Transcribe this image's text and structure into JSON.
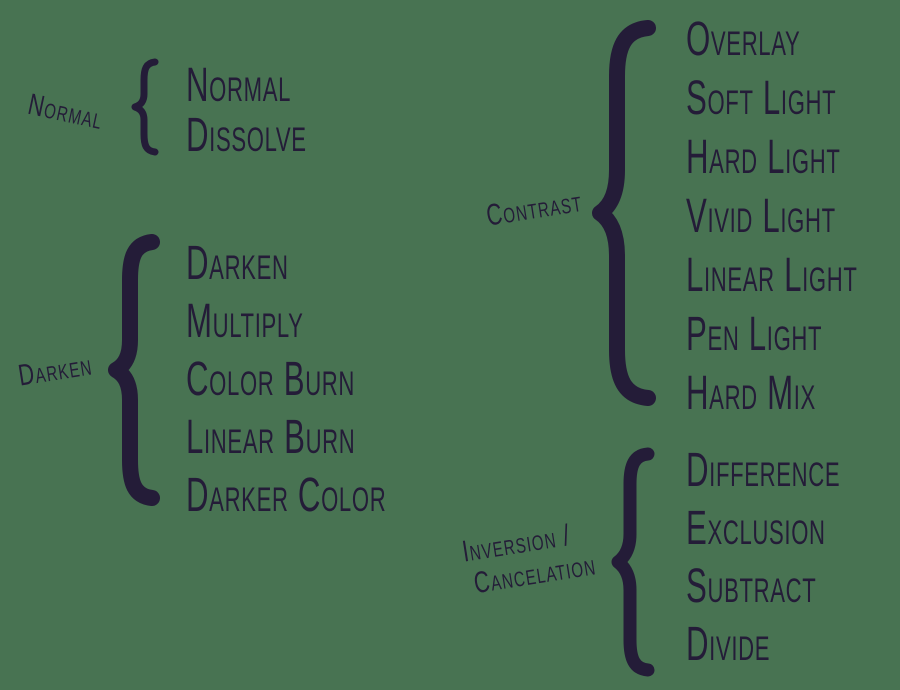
{
  "canvas": {
    "background_color": "#487352",
    "ink_color": "#241c38"
  },
  "groups": [
    {
      "label": "Normal",
      "items": [
        "Normal",
        "Dissolve"
      ]
    },
    {
      "label": "Darken",
      "items": [
        "Darken",
        "Multiply",
        "Color Burn",
        "Linear Burn",
        "Darker Color"
      ]
    },
    {
      "label": "Contrast",
      "items": [
        "Overlay",
        "Soft Light",
        "Hard Light",
        "Vivid Light",
        "Linear Light",
        "Pen Light",
        "Hard Mix"
      ]
    },
    {
      "label": "Inversion / Cancelation",
      "label_lines": [
        "Inversion /",
        "Cancelation"
      ],
      "items": [
        "Difference",
        "Exclusion",
        "Subtract",
        "Divide"
      ]
    }
  ]
}
